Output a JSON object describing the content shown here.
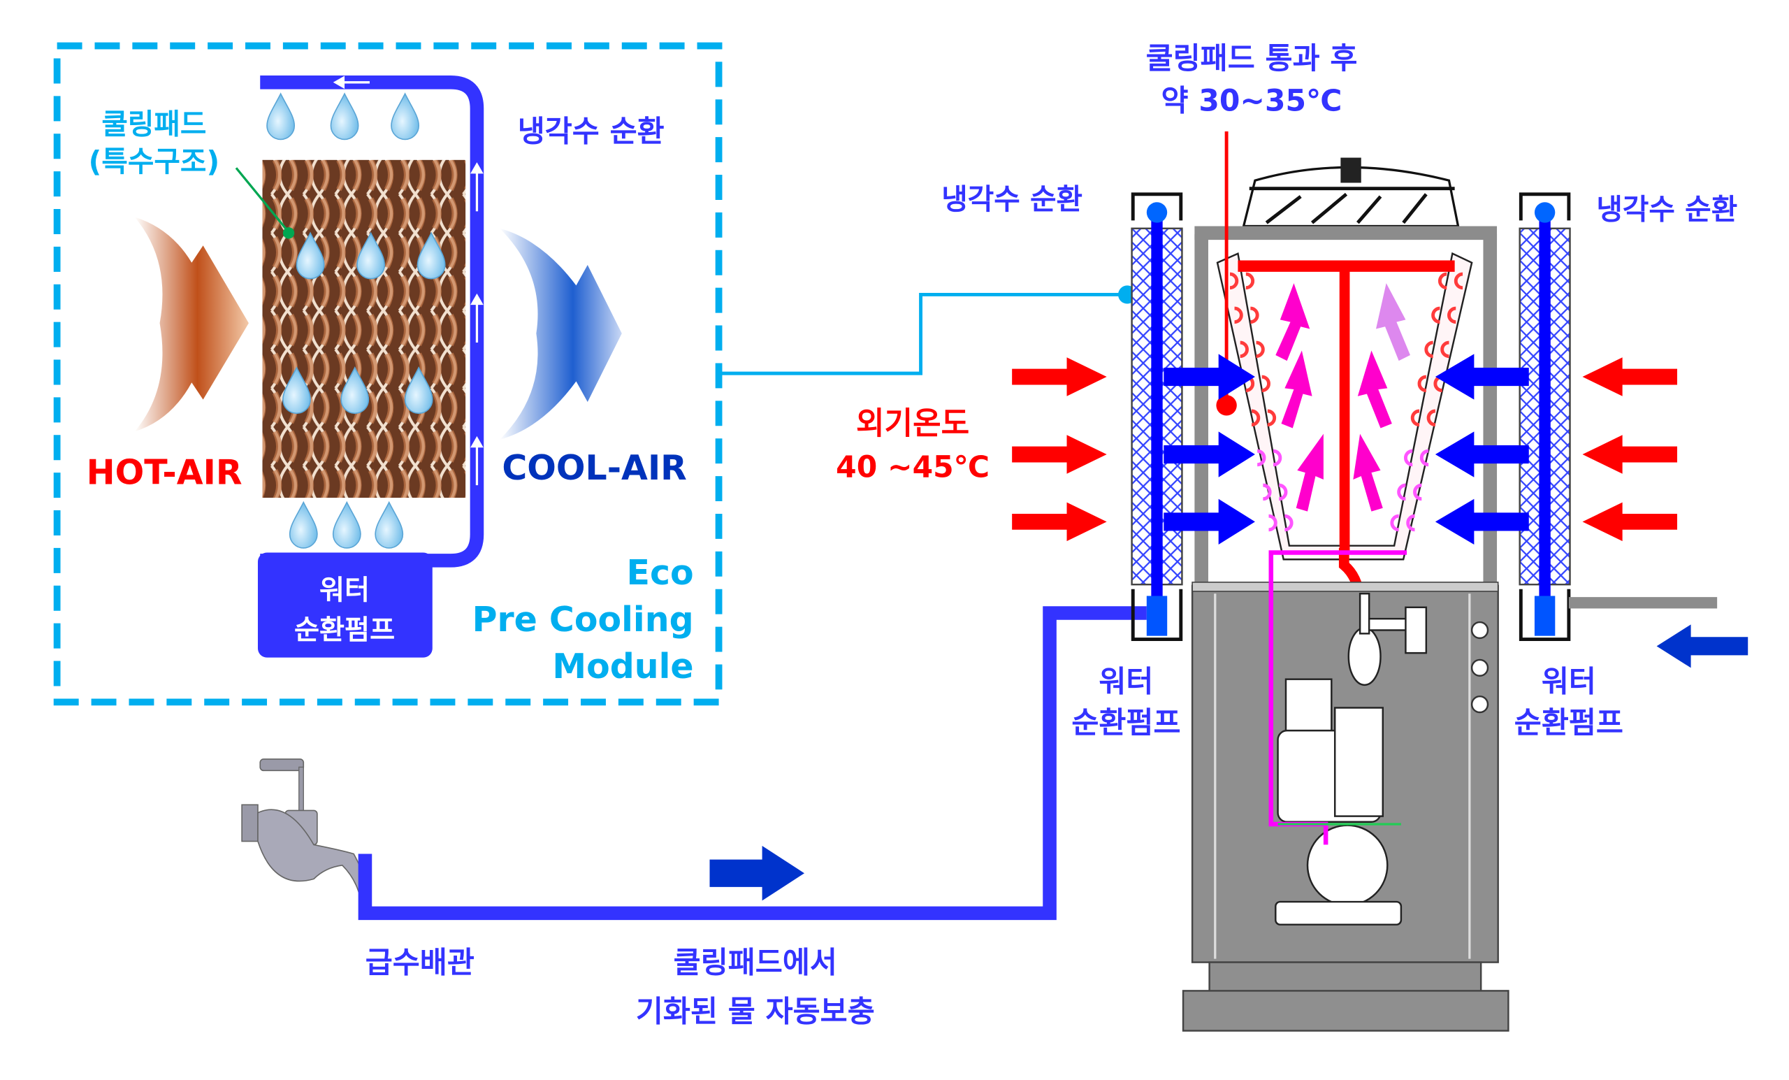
{
  "module": {
    "title_line1": "Eco",
    "title_line2": "Pre Cooling",
    "title_line3": "Module",
    "cooling_pad_label_line1": "쿨링패드",
    "cooling_pad_label_line2": "(특수구조)",
    "coolant_circulation": "냉각수 순환",
    "hot_air": "HOT-AIR",
    "cool_air": "COOL-AIR",
    "pump_line1": "워터",
    "pump_line2": "순환펌프"
  },
  "unit": {
    "after_pad_line1": "쿨링패드 통과 후",
    "after_pad_line2": "약 30~35℃",
    "coolant_left": "냉각수 순환",
    "coolant_right": "냉각수 순환",
    "outdoor_temp_line1": "외기온도",
    "outdoor_temp_line2": "40 ~45℃",
    "pump_left_line1": "워터",
    "pump_left_line2": "순환펌프",
    "pump_right_line1": "워터",
    "pump_right_line2": "순환펌프"
  },
  "supply": {
    "pipe_label": "급수배관",
    "refill_line1": "쿨링패드에서",
    "refill_line2": "기화된 물 자동보충"
  },
  "colors": {
    "pipe_blue": "#3333ff",
    "module_border": "#00aeef",
    "hot_red": "#ff0000",
    "airflow_magenta": "#ff00cc",
    "cabinet_gray": "#8c8c8c"
  }
}
